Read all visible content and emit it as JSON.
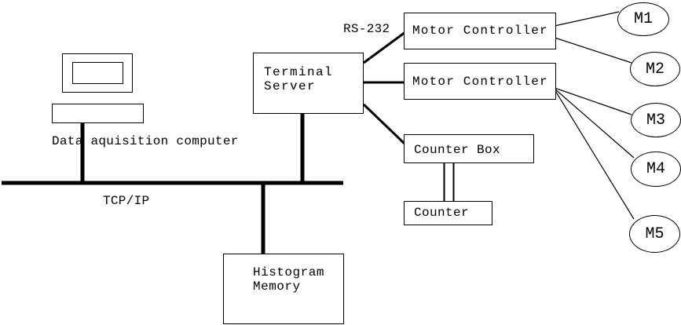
{
  "diagram": {
    "labels": {
      "computer": "Data aquisition computer",
      "network": "TCP/IP",
      "protocol": "RS-232"
    },
    "nodes": {
      "terminal_server": "Terminal\nServer",
      "motor_controller_1": "Motor Controller",
      "motor_controller_2": "Motor Controller",
      "counter_box": "Counter Box",
      "counter": "Counter",
      "histogram_memory": "Histogram\nMemory"
    },
    "motors": [
      {
        "label": "M1"
      },
      {
        "label": "M2"
      },
      {
        "label": "M3"
      },
      {
        "label": "M4"
      },
      {
        "label": "M5"
      }
    ],
    "colors": {
      "line": "#000000",
      "background": "#ffffff"
    }
  }
}
